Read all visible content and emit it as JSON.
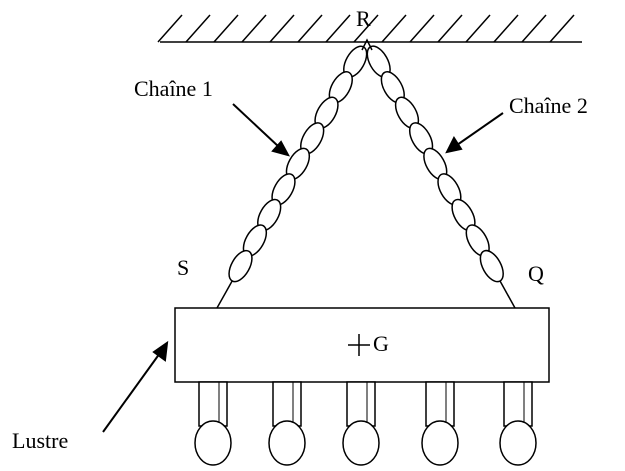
{
  "labels": {
    "r": "R",
    "chaine1": "Chaîne 1",
    "chaine2": "Chaîne 2",
    "s": "S",
    "q": "Q",
    "g": "G",
    "lustre": "Lustre"
  },
  "colors": {
    "stroke": "#000000",
    "background": "#ffffff"
  }
}
